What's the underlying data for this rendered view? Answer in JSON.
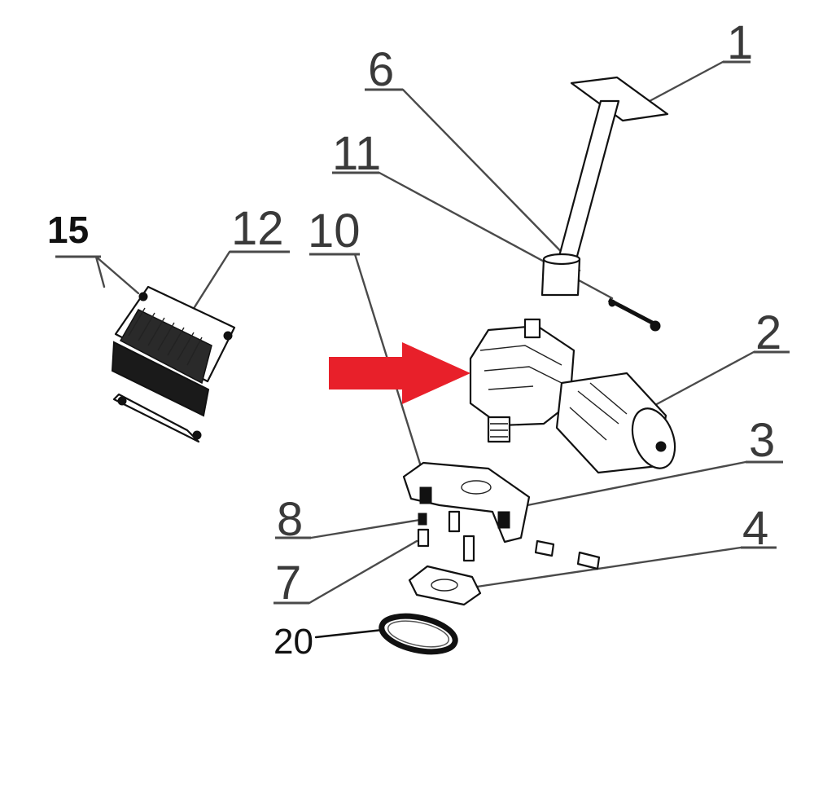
{
  "diagram": {
    "callouts": [
      {
        "id": "1",
        "text": "1"
      },
      {
        "id": "2",
        "text": "2"
      },
      {
        "id": "3",
        "text": "3"
      },
      {
        "id": "4",
        "text": "4"
      },
      {
        "id": "6",
        "text": "6"
      },
      {
        "id": "7",
        "text": "7"
      },
      {
        "id": "8",
        "text": "8"
      },
      {
        "id": "10",
        "text": "10"
      },
      {
        "id": "11",
        "text": "11"
      },
      {
        "id": "12",
        "text": "12"
      },
      {
        "id": "15",
        "text": "15"
      },
      {
        "id": "20",
        "text": "20"
      }
    ],
    "highlight_arrow_color": "#e8202a",
    "line_color": "#4a4a4a"
  }
}
